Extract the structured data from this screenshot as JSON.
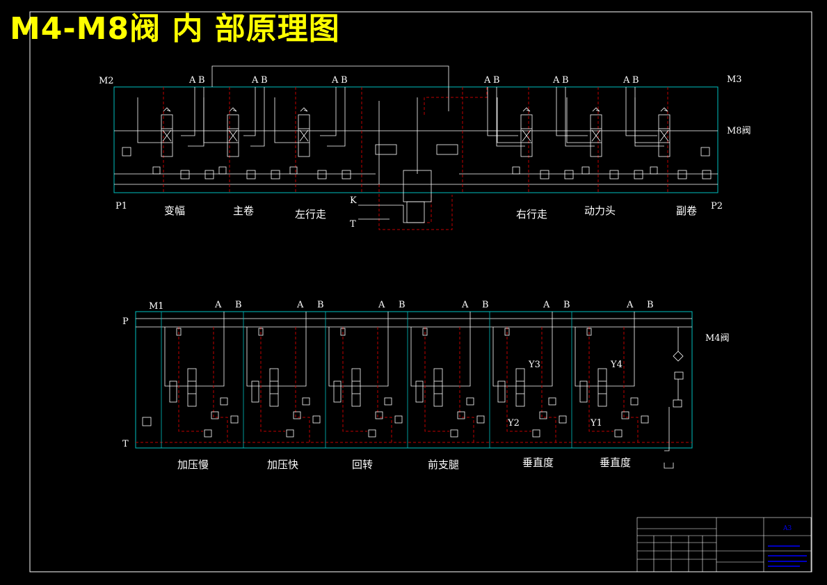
{
  "title": "M4-M8阀 内 部原理图",
  "m8": {
    "valve_name": "M8阀",
    "ports": {
      "m2": "M2",
      "m3": "M3",
      "p1": "P1",
      "p2": "P2",
      "k": "K",
      "t": "T"
    },
    "ab_labels": [
      "A",
      "B"
    ],
    "sections": [
      "变幅",
      "主卷",
      "左行走",
      "右行走",
      "动力头",
      "副卷"
    ]
  },
  "m4": {
    "valve_name": "M4阀",
    "ports": {
      "m1": "M1",
      "p": "P",
      "t": "T"
    },
    "ab_labels": [
      "A",
      "B"
    ],
    "sections": [
      "加压慢",
      "加压快",
      "回转",
      "前支腿",
      "垂直度",
      "垂直度"
    ],
    "solenoids": [
      "Y3",
      "Y4",
      "Y2",
      "Y1"
    ]
  },
  "colors": {
    "background": "#000000",
    "title": "#ffff00",
    "cyan": "#00c0c0",
    "red": "#c00000",
    "white": "#ffffff",
    "blue": "#0000ff"
  },
  "title_block": {
    "scale": "A3"
  }
}
